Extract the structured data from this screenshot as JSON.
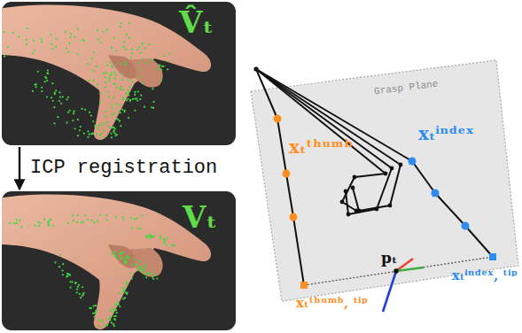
{
  "diagram": {
    "nodes": [
      {
        "text": [
          "V̂ₜ"
        ]
      },
      {
        "text": [
          "Vₜ"
        ]
      },
      {
        "text": [
          "Grasp Plane"
        ]
      }
    ],
    "edges": [
      {
        "from": 0,
        "to": 1,
        "arrow": "to",
        "label": "ICP registration"
      }
    ],
    "labels": [
      "xₜᵗʰᵘᵐᵇ",
      "xₜⁱⁿᵈᵉˣ",
      "pₜ",
      "xₜᵗʰᵘᵐᵇ, ᵗⁱᵖ",
      "xₜⁱⁿᵈᵉˣ, ᵗⁱᵖ"
    ]
  }
}
